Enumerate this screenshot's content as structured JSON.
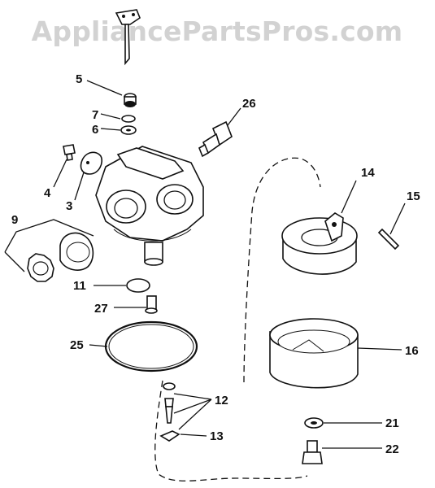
{
  "watermark": "AppliancePartsPros.com",
  "callouts": {
    "c3": "3",
    "c4": "4",
    "c5": "5",
    "c6": "6",
    "c7": "7",
    "c9": "9",
    "c11": "11",
    "c12": "12",
    "c13": "13",
    "c14": "14",
    "c15": "15",
    "c16": "16",
    "c21": "21",
    "c22": "22",
    "c25": "25",
    "c26": "26",
    "c27": "27"
  }
}
